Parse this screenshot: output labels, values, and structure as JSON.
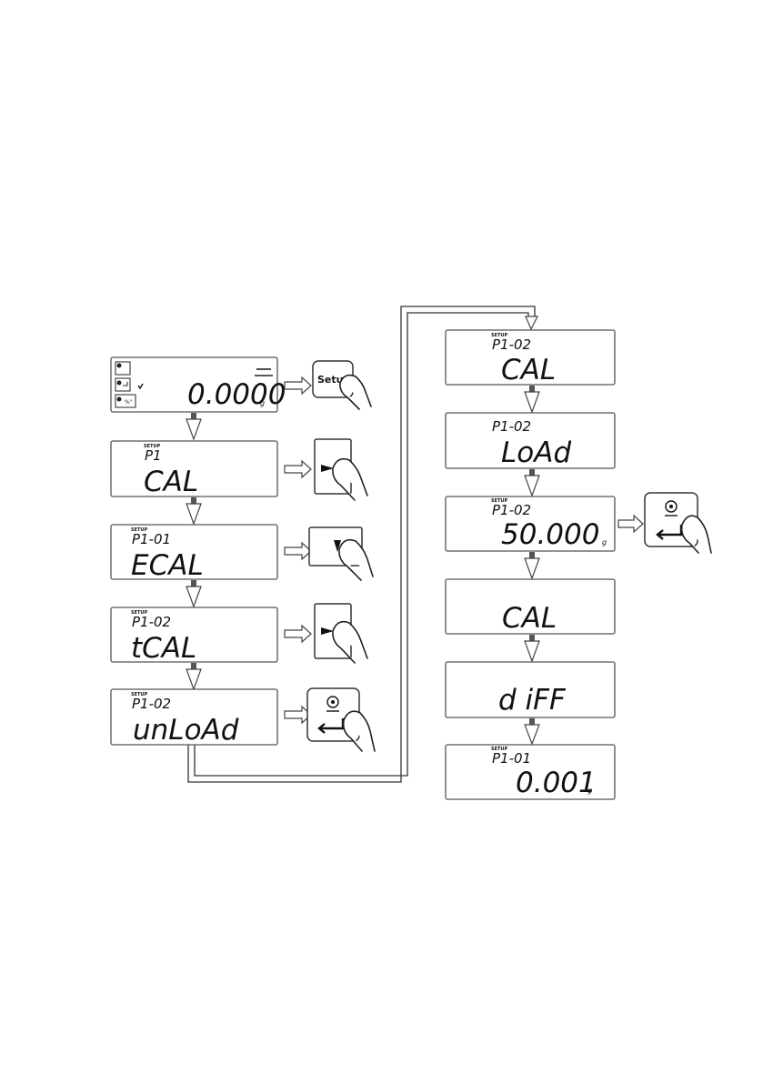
{
  "displays": {
    "home": {
      "value": "0.0000",
      "unit": "g"
    },
    "p1": {
      "tag": "SETUP",
      "code": "P1",
      "main": "CAL"
    },
    "p101": {
      "tag": "SETUP",
      "code": "P1-01",
      "main": "ECAL"
    },
    "p102a": {
      "tag": "SETUP",
      "code": "P1-02",
      "main": "tCAL"
    },
    "p102b": {
      "tag": "SETUP",
      "code": "P1-02",
      "main": "unLoAd"
    },
    "p102c": {
      "tag": "SETUP",
      "code": "P1-02",
      "main": "CAL"
    },
    "p102d": {
      "code": "P1-02",
      "main": "LoAd"
    },
    "p102e": {
      "tag": "SETUP",
      "code": "P1-02",
      "main": "50.000",
      "unit": "g"
    },
    "cal": {
      "main": "CAL"
    },
    "diff": {
      "main": "d iFF"
    },
    "result": {
      "tag": "SETUP",
      "code": "P1-01",
      "main": "0.001",
      "unit": "g"
    }
  },
  "keys": {
    "setup_label": "Setu"
  },
  "colors": {
    "stroke": "#444444",
    "background": "#ffffff"
  }
}
